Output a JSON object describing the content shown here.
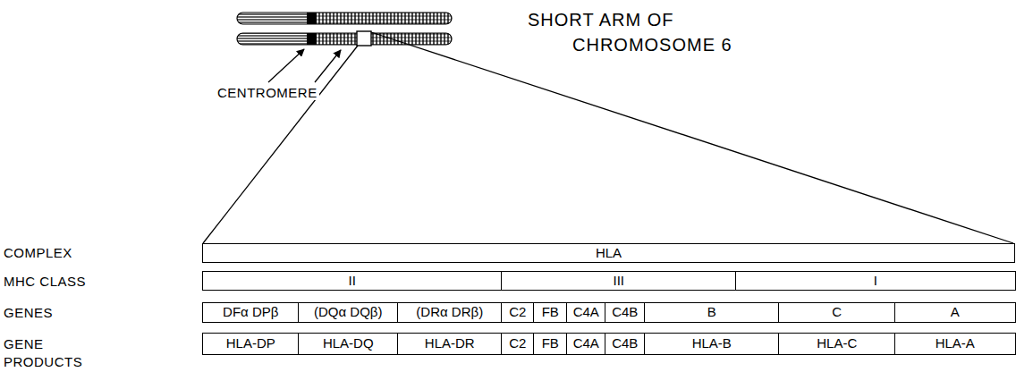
{
  "diagram": {
    "nodes": [
      {
        "text": [
          "HLA"
        ]
      },
      {
        "text": [
          "II"
        ]
      },
      {
        "text": [
          "III"
        ]
      },
      {
        "text": [
          "I"
        ]
      },
      {
        "text": [
          "DFα DPβ"
        ]
      },
      {
        "text": [
          "(DQα DQβ)"
        ]
      },
      {
        "text": [
          "(DRα DRβ)"
        ]
      },
      {
        "text": [
          "C2"
        ]
      },
      {
        "text": [
          "FB"
        ]
      },
      {
        "text": [
          "C4A"
        ]
      },
      {
        "text": [
          "C4B"
        ]
      },
      {
        "text": [
          "B"
        ]
      },
      {
        "text": [
          "C"
        ]
      },
      {
        "text": [
          "A"
        ]
      },
      {
        "text": [
          "HLA-DP"
        ]
      },
      {
        "text": [
          "HLA-DQ"
        ]
      },
      {
        "text": [
          "HLA-DR"
        ]
      },
      {
        "text": [
          "C2"
        ]
      },
      {
        "text": [
          "FB"
        ]
      },
      {
        "text": [
          "C4A"
        ]
      },
      {
        "text": [
          "C4B"
        ]
      },
      {
        "text": [
          "HLA-B"
        ]
      },
      {
        "text": [
          "HLA-C"
        ]
      },
      {
        "text": [
          "HLA-A"
        ]
      }
    ],
    "labels": [
      "SHORT ARM OF CHROMOSOME 6",
      "CENTROMERE",
      "COMPLEX",
      "MHC CLASS",
      "GENES",
      "GENE PRODUCTS"
    ]
  }
}
